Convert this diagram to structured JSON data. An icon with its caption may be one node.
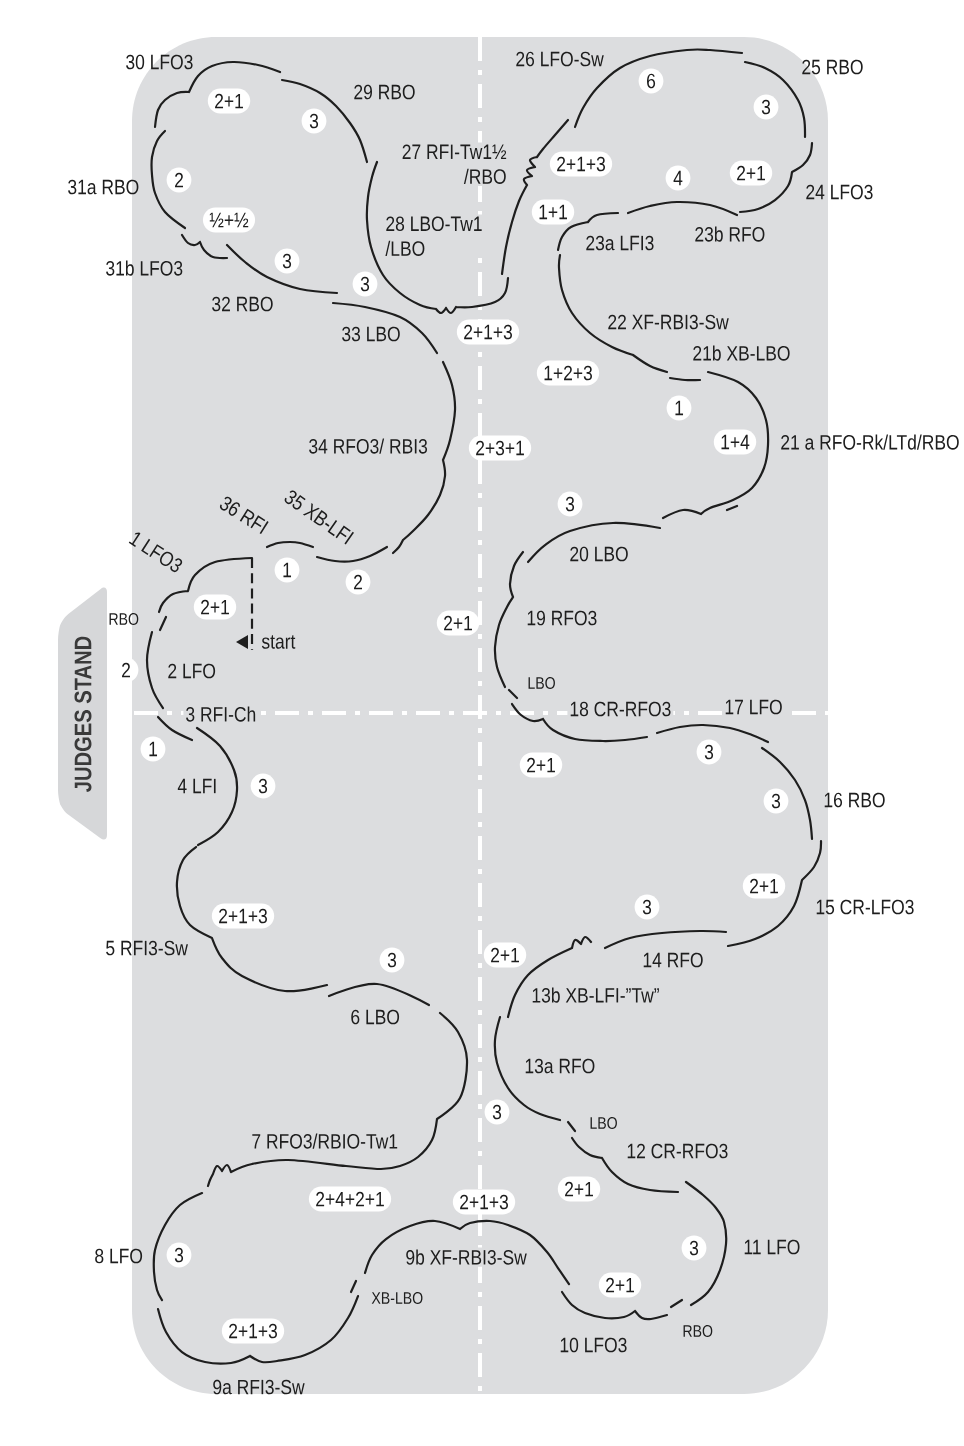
{
  "diagram": {
    "nodes": [
      {
        "text": [
          "6"
        ]
      },
      {
        "text": [
          "2+1"
        ]
      },
      {
        "text": [
          "3"
        ]
      },
      {
        "text": [
          "3"
        ]
      },
      {
        "text": [
          "2+1+3"
        ]
      },
      {
        "text": [
          "2+1"
        ]
      },
      {
        "text": [
          "4"
        ]
      },
      {
        "text": [
          "2"
        ]
      },
      {
        "text": [
          "1+1"
        ]
      },
      {
        "text": [
          "½+½"
        ]
      },
      {
        "text": [
          "3"
        ]
      },
      {
        "text": [
          "3"
        ]
      },
      {
        "text": [
          "2+1+3"
        ]
      },
      {
        "text": [
          "1+2+3"
        ]
      },
      {
        "text": [
          "1"
        ]
      },
      {
        "text": [
          "1+4"
        ]
      },
      {
        "text": [
          "2+3+1"
        ]
      },
      {
        "text": [
          "3"
        ]
      },
      {
        "text": [
          "1"
        ]
      },
      {
        "text": [
          "2"
        ]
      },
      {
        "text": [
          "2+1"
        ]
      },
      {
        "text": [
          "2+1"
        ]
      },
      {
        "text": [
          "JUDGES STAND"
        ]
      },
      {
        "text": [
          "2"
        ]
      },
      {
        "text": [
          "1"
        ]
      },
      {
        "text": [
          "3"
        ]
      },
      {
        "text": [
          "2+1"
        ]
      },
      {
        "text": [
          "3"
        ]
      },
      {
        "text": [
          "3"
        ]
      },
      {
        "text": [
          "2+1"
        ]
      },
      {
        "text": [
          "3"
        ]
      },
      {
        "text": [
          "2+1+3"
        ]
      },
      {
        "text": [
          "2+1"
        ]
      },
      {
        "text": [
          "3"
        ]
      },
      {
        "text": [
          "3"
        ]
      },
      {
        "text": [
          "2+1"
        ]
      },
      {
        "text": [
          "2+4+2+1"
        ]
      },
      {
        "text": [
          "2+1+3"
        ]
      },
      {
        "text": [
          "3"
        ]
      },
      {
        "text": [
          "3"
        ]
      },
      {
        "text": [
          "2+1"
        ]
      },
      {
        "text": [
          "2+1+3"
        ]
      }
    ],
    "labels": [
      "30 LFO3",
      "26 LFO-Sw",
      "25 RBO",
      "29 RBO",
      "27 RFI-Tw1½ /RBO",
      "31a RBO",
      "24 LFO3",
      "28 LBO-Tw1 /LBO",
      "23a LFI3",
      "23b RFO",
      "31b LFO3",
      "32 RBO",
      "22 XF-RBI3-Sw",
      "33 LBO",
      "21b XB-LBO",
      "34 RFO3/ RBI3",
      "21 a RFO-Rk/LTd/RBO",
      "36 RFI",
      "35 XB-LFI",
      "1 LFO3",
      "20 LBO",
      "RBO",
      "19 RFO3",
      "start",
      "2 LFO",
      "LBO",
      "3 RFI-Ch",
      "18 CR-RFO3",
      "17 LFO",
      "4 LFI",
      "16 RBO",
      "15 CR-LFO3",
      "5 RFI3-Sw",
      "14 RFO",
      "13b XB-LFI-”Tw”",
      "6 LBO",
      "13a RFO",
      "LBO",
      "7 RFO3/RBIO-Tw1",
      "12 CR-RFO3",
      "11 LFO",
      "8 LFO",
      "9b XF-RBI3-Sw",
      "XB-LBO",
      "RBO",
      "10 LFO3",
      "9a RFI3-Sw"
    ]
  }
}
